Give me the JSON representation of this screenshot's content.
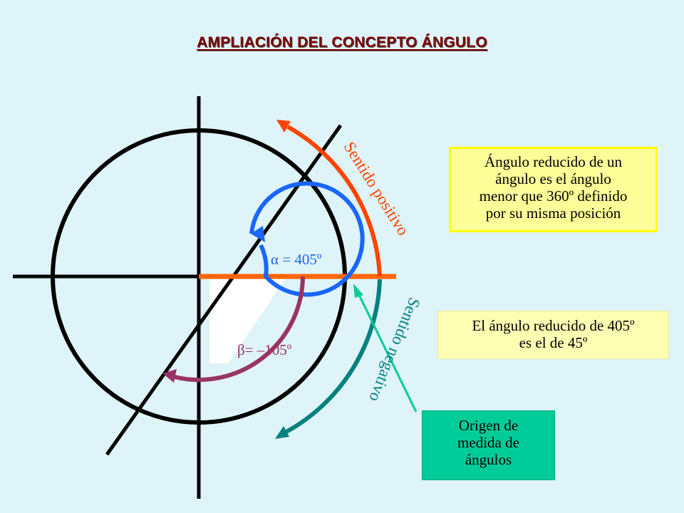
{
  "title": "AMPLIACIÓN DEL CONCEPTO ÁNGULO",
  "labels": {
    "alpha": "α = 405º",
    "beta": "β= –105º",
    "positive": "Sentido positivo",
    "negative": "Sentido negativo"
  },
  "boxes": {
    "reduced_angle_definition": [
      "Ángulo reducido de un",
      "ángulo es el ángulo",
      "menor que 360º definido",
      "por su misma posición"
    ],
    "reduced_angle_example": [
      "El ángulo reducido de 405º",
      "es el de 45º"
    ],
    "origin": [
      "Origen de",
      "medida de",
      "ángulos"
    ]
  },
  "colors": {
    "background": "#dff4f8",
    "title": "#7a0000",
    "positive": "#ff4400",
    "negative": "#008080",
    "alpha": "#1a66ff",
    "beta": "#993366",
    "origin_axis": "#ff6600",
    "origin_arrow": "#00cc99",
    "box_yellow": "#ffff99",
    "box_green": "#00cc99"
  }
}
